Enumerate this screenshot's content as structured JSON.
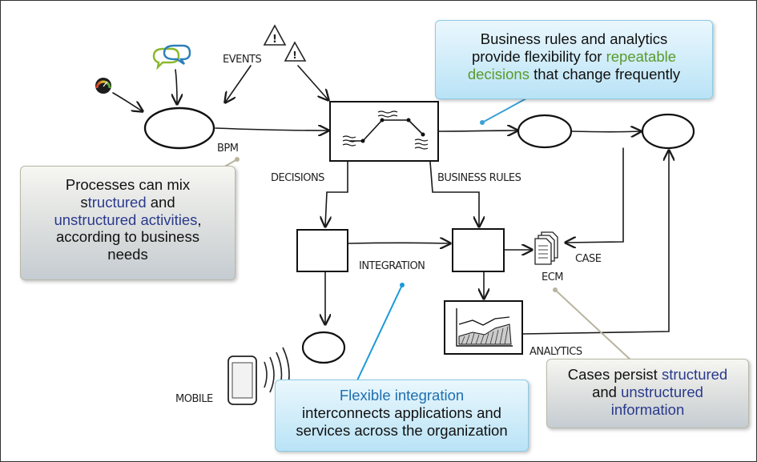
{
  "labels": {
    "events": "EVENTS",
    "bpm": "BPM",
    "decisions": "DECISIONS",
    "business_rules": "BUSINESS RULES",
    "integration": "INTEGRATION",
    "case": "CASE",
    "ecm": "ECM",
    "analytics": "ANALYTICS",
    "mobile": "MOBILE"
  },
  "callouts": {
    "rules": {
      "line1": "Business rules and analytics",
      "line2_prefix": "provide flexibility for ",
      "line2_highlight": "repeatable",
      "line3_highlight": "decisions",
      "line3_suffix": " that change frequently"
    },
    "processes": {
      "line1": "Processes can mix",
      "line2_prefix": "s",
      "line2_highlight": "tructured",
      "line2_suffix": " and",
      "line3_highlight": "unstructured activities",
      "line3_suffix": ",",
      "line4": "according to business",
      "line5": "needs"
    },
    "integration": {
      "line1_highlight": "Flexible integration",
      "line2": "interconnects applications and",
      "line3": "services across the organization"
    },
    "cases": {
      "line1_prefix": "Cases persist ",
      "line1_highlight": "structured",
      "line2_prefix": "and ",
      "line2_highlight": "unstructured",
      "line3_highlight": "information"
    }
  },
  "colors": {
    "green_highlight": "#5a9a2a",
    "blue_highlight": "#2a3a8c",
    "light_blue_highlight": "#1f6fb0",
    "callout_blue": "#b9e3f6",
    "callout_grey": "#d9dcdc"
  },
  "icons": [
    "warning-icon",
    "chat-bubbles-icon",
    "gauge-icon",
    "documents-icon",
    "tablet-icon",
    "wireless-signal-icon"
  ]
}
